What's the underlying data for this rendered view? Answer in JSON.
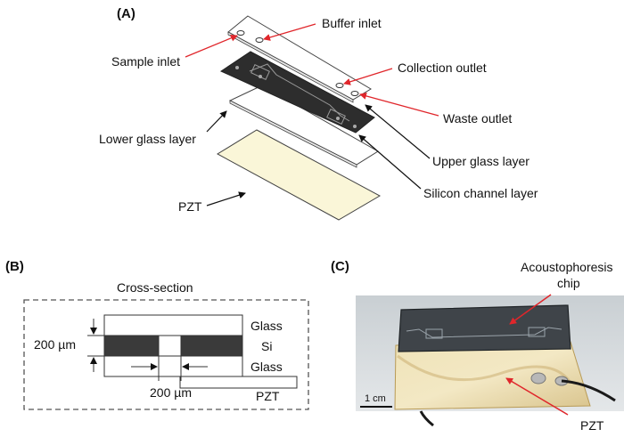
{
  "panels": {
    "a": "(A)",
    "b": "(B)",
    "c": "(C)"
  },
  "panel_a": {
    "buffer_inlet": "Buffer inlet",
    "sample_inlet": "Sample inlet",
    "collection_outlet": "Collection outlet",
    "waste_outlet": "Waste outlet",
    "lower_glass": "Lower glass layer",
    "upper_glass": "Upper glass layer",
    "silicon_channel": "Silicon channel layer",
    "pzt": "PZT"
  },
  "panel_b": {
    "title": "Cross-section",
    "glass_top": "Glass",
    "si": "Si",
    "glass_bottom": "Glass",
    "pzt": "PZT",
    "height_dim": "200 µm",
    "width_dim": "200 µm"
  },
  "panel_c": {
    "chip_line1": "Acoustophoresis",
    "chip_line2": "chip",
    "pzt": "PZT",
    "scale": "1 cm"
  },
  "colors": {
    "arrow_red": "#e0262b",
    "silicon": "#2d2d2d",
    "pzt_fill": "#faf6d8",
    "glass_fill": "#ffffff"
  }
}
